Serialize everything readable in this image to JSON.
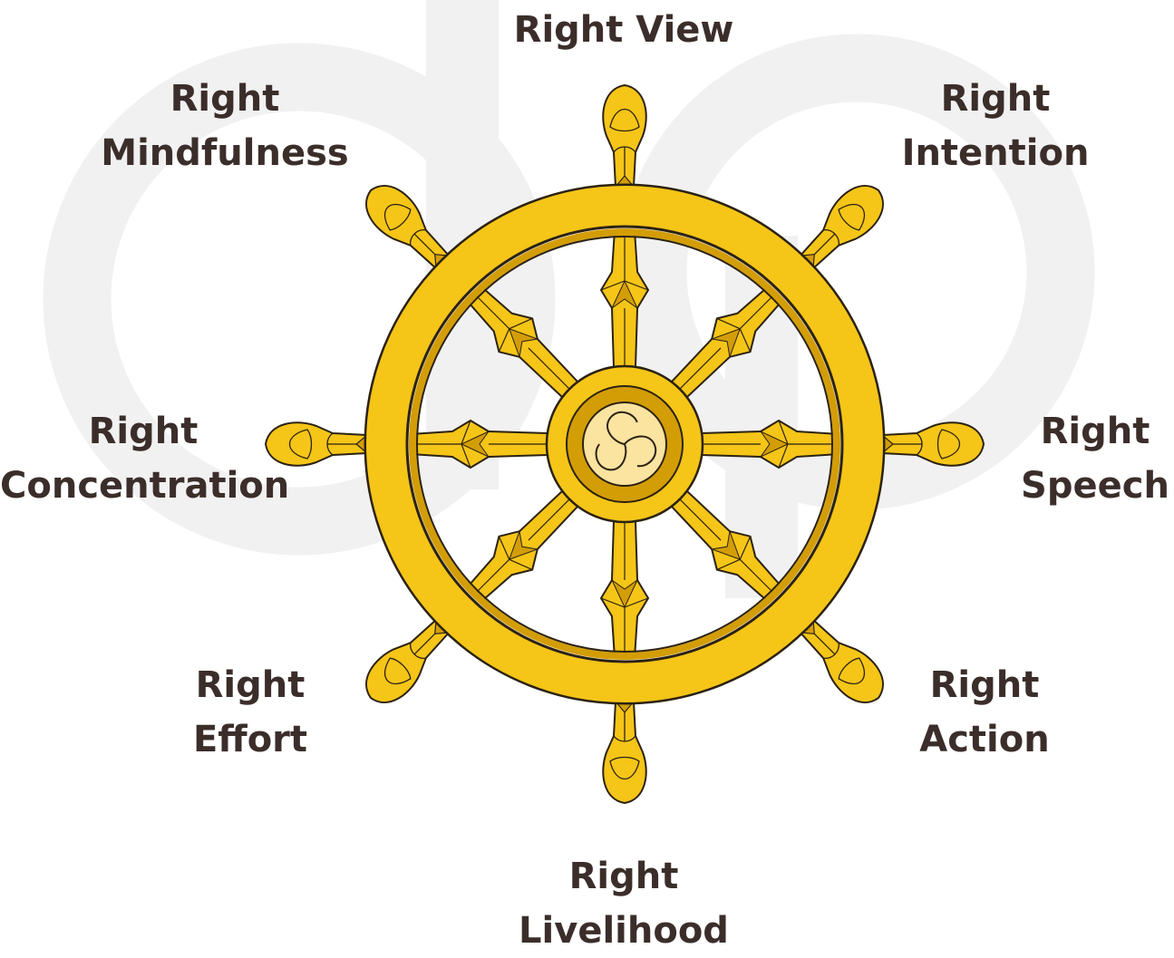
{
  "colors": {
    "gold": "#f5c518",
    "gold_dark": "#d39d06",
    "gold_light": "#f7d96a",
    "hub_light": "#fbe3a0",
    "outline": "#2b2213",
    "label_text": "#3b2e2a",
    "watermark": "#f1f1f1"
  },
  "watermark": {
    "icon": "logo-watermark"
  },
  "wheel": {
    "icon": "dharma-wheel",
    "spokes": 8,
    "handles": 8,
    "hub_icon": "gankyil-swirl"
  },
  "labels": {
    "view": {
      "line1": "Right View"
    },
    "intention": {
      "line1": "Right",
      "line2": "Intention"
    },
    "speech": {
      "line1": "Right",
      "line2": "Speech"
    },
    "action": {
      "line1": "Right",
      "line2": "Action"
    },
    "livelihood": {
      "line1": "Right",
      "line2": "Livelihood"
    },
    "effort": {
      "line1": "Right",
      "line2": "Effort"
    },
    "concentration": {
      "line1": "Right",
      "line2": "Concentration"
    },
    "mindfulness": {
      "line1": "Right",
      "line2": "Mindfulness"
    }
  }
}
